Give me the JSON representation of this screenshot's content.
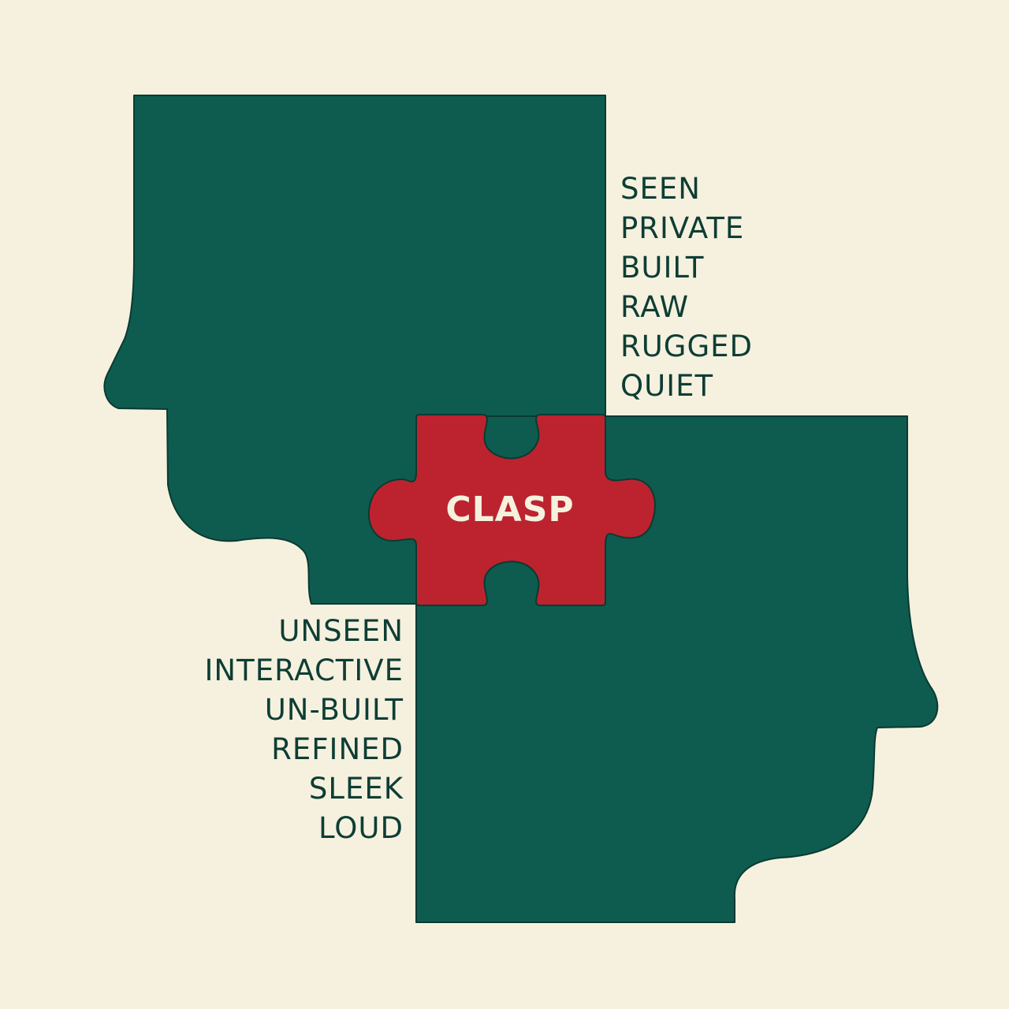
{
  "colors": {
    "background": "#f5f1de",
    "head_fill": "#0e5c4f",
    "head_stroke": "#0a3a32",
    "puzzle_fill": "#bd232e",
    "puzzle_text": "#f5f1de",
    "word_text": "#0e3d35"
  },
  "center": {
    "label": "CLASP"
  },
  "upper_head": {
    "words": [
      "SEEN",
      "PRIVATE",
      "BUILT",
      "RAW",
      "RUGGED",
      "QUIET"
    ]
  },
  "lower_head": {
    "words": [
      "UNSEEN",
      "INTERACTIVE",
      "UN-BUILT",
      "REFINED",
      "SLEEK",
      "LOUD"
    ]
  }
}
